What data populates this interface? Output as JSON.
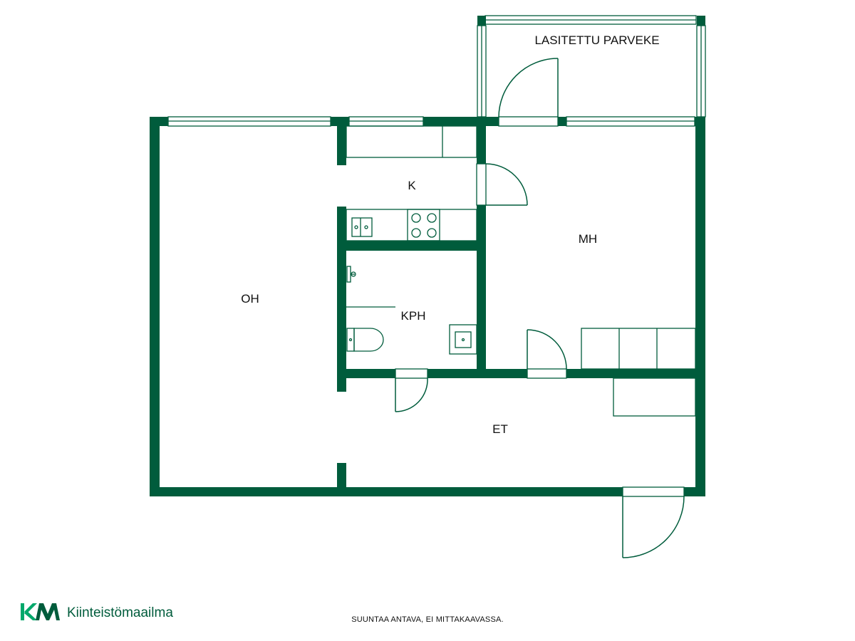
{
  "rooms": {
    "balcony": "LASITETTU PARVEKE",
    "kitchen": "K",
    "bedroom": "MH",
    "living": "OH",
    "bathroom": "KPH",
    "hallway": "ET"
  },
  "brand": {
    "logo_letters": "KM",
    "name": "Kiinteistömaailma"
  },
  "disclaimer": "SUUNTAA ANTAVA, EI MITTAKAAVASSA.",
  "colors": {
    "wall": "#005c3c",
    "logo_green": "#00a86b",
    "logo_dark": "#005c3c",
    "text": "#111111"
  }
}
